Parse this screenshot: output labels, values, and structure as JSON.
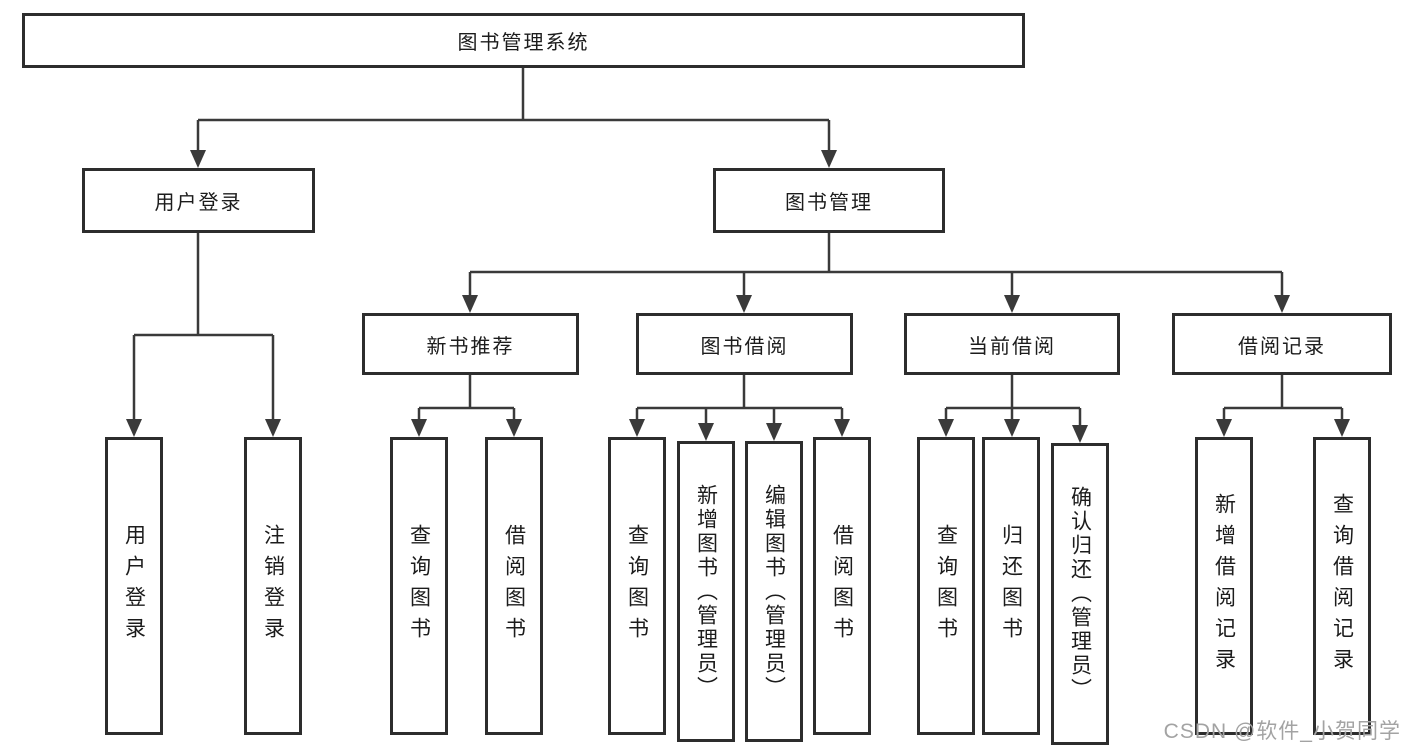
{
  "diagram_type": "hierarchy-tree",
  "colors": {
    "background": "#ffffff",
    "line": "#3a3a3a",
    "box_border": "#2d2d2d",
    "text": "#1c1c1c",
    "watermark": "#a3a3a3"
  },
  "watermark": {
    "text": "CSDN @软件_小贺同学"
  },
  "tree": {
    "root": {
      "label": "图书管理系统",
      "children": [
        {
          "label": "用户登录",
          "children": [
            {
              "label": "用户登录"
            },
            {
              "label": "注销登录"
            }
          ]
        },
        {
          "label": "图书管理",
          "children": [
            {
              "label": "新书推荐",
              "children": [
                {
                  "label": "查询图书"
                },
                {
                  "label": "借阅图书"
                }
              ]
            },
            {
              "label": "图书借阅",
              "children": [
                {
                  "label": "查询图书"
                },
                {
                  "label": "新增图书（管理员）"
                },
                {
                  "label": "编辑图书（管理员）"
                },
                {
                  "label": "借阅图书"
                }
              ]
            },
            {
              "label": "当前借阅",
              "children": [
                {
                  "label": "查询图书"
                },
                {
                  "label": "归还图书"
                },
                {
                  "label": "确认归还（管理员）"
                }
              ]
            },
            {
              "label": "借阅记录",
              "children": [
                {
                  "label": "新增借阅记录"
                },
                {
                  "label": "查询借阅记录"
                }
              ]
            }
          ]
        }
      ]
    }
  }
}
